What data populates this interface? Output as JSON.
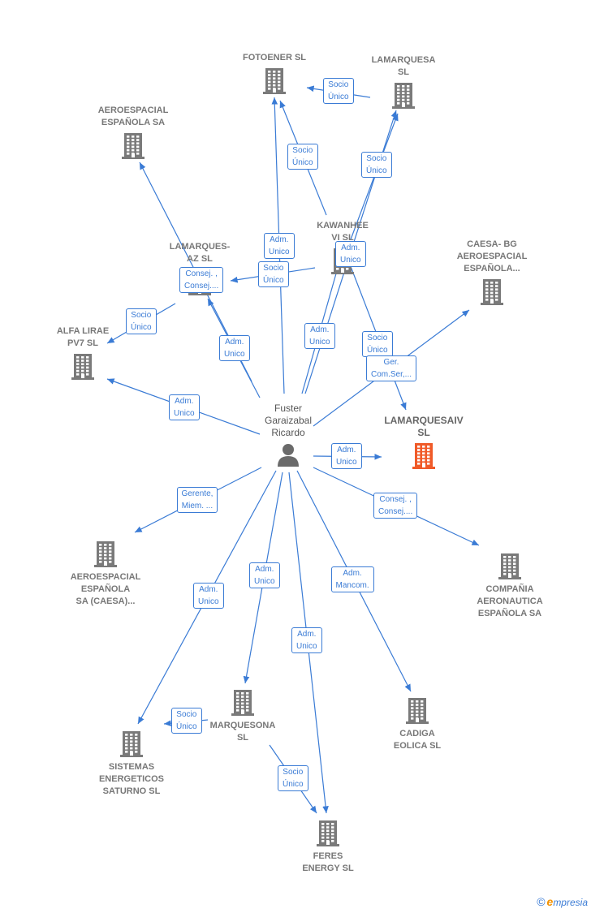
{
  "colors": {
    "building": "#7a7a7a",
    "primary_building": "#f05a28",
    "person": "#6a6a6a",
    "edge": "#3a7bd5"
  },
  "nodes": [
    {
      "id": "fotoener",
      "label": "FOTOENER  SL",
      "icon": "building-icon"
    },
    {
      "id": "lamarquesa",
      "label": "LAMARQUESA\nSL",
      "icon": "building-icon"
    },
    {
      "id": "aeroespacial",
      "label": "AEROESPACIAL\nESPAÑOLA SA",
      "icon": "building-icon"
    },
    {
      "id": "kawanhee",
      "label": "KAWANHEE\nVI SL",
      "icon": "building-icon"
    },
    {
      "id": "lamarquesaz",
      "label": "LAMARQUES-\nAZ  SL",
      "icon": "building-icon"
    },
    {
      "id": "caesabg",
      "label": "CAESA- BG\nAEROESPACIAL\nESPAÑOLA...",
      "icon": "building-icon"
    },
    {
      "id": "alfalirae",
      "label": "ALFA LIRAE\nPV7  SL",
      "icon": "building-icon"
    },
    {
      "id": "lamarquesaiv",
      "label": "LAMARQUESAIV\nSL",
      "icon": "building-icon",
      "primary": true
    },
    {
      "id": "person",
      "label": "Fuster\nGaraizabal\nRicardo",
      "icon": "person-icon"
    },
    {
      "id": "aeroespacialcaesa",
      "label": "AEROESPACIAL\nESPAÑOLA\nSA (CAESA)...",
      "icon": "building-icon"
    },
    {
      "id": "compania",
      "label": "COMPAÑIA\nAERONAUTICA\nESPAÑOLA SA",
      "icon": "building-icon"
    },
    {
      "id": "marquesona",
      "label": "MARQUESONA\nSL",
      "icon": "building-icon"
    },
    {
      "id": "cadiga",
      "label": "CADIGA\nEOLICA SL",
      "icon": "building-icon"
    },
    {
      "id": "sistemas",
      "label": "SISTEMAS\nENERGETICOS\nSATURNO  SL",
      "icon": "building-icon"
    },
    {
      "id": "feres",
      "label": "FERES\nENERGY  SL",
      "icon": "building-icon"
    }
  ],
  "edges": [
    {
      "from": "lamarquesa",
      "to": "fotoener",
      "label": "Socio\nÚnico"
    },
    {
      "from": "kawanhee",
      "to": "fotoener",
      "label": "Socio\nÚnico"
    },
    {
      "from": "kawanhee",
      "to": "lamarquesa",
      "label": "Socio\nÚnico"
    },
    {
      "from": "person",
      "to": "fotoener",
      "label": "Adm.\nUnico"
    },
    {
      "from": "kawanhee",
      "to": "lamarquesaz",
      "label": "Socio\nÚnico"
    },
    {
      "from": "person",
      "to": "kawanhee",
      "label": "Adm.\nUnico"
    },
    {
      "from": "person",
      "to": "lamarquesa",
      "label": "Adm.\nUnico"
    },
    {
      "from": "person",
      "to": "aeroespacial",
      "label": "Consej. ,\nConsej...."
    },
    {
      "from": "lamarquesaz",
      "to": "alfalirae",
      "label": "Socio\nÚnico"
    },
    {
      "from": "person",
      "to": "lamarquesaz",
      "label": "Adm.\nUnico"
    },
    {
      "from": "kawanhee",
      "to": "lamarquesaiv",
      "label": "Socio\nÚnico"
    },
    {
      "from": "person",
      "to": "caesabg",
      "label": "Ger.\nCom.Ser,..."
    },
    {
      "from": "person",
      "to": "alfalirae",
      "label": "Adm.\nUnico"
    },
    {
      "from": "person",
      "to": "lamarquesaiv",
      "label": "Adm.\nUnico"
    },
    {
      "from": "person",
      "to": "aeroespacialcaesa",
      "label": "Gerente,\nMiem. ..."
    },
    {
      "from": "person",
      "to": "compania",
      "label": "Consej. ,\nConsej...."
    },
    {
      "from": "person",
      "to": "marquesona",
      "label": "Adm.\nUnico"
    },
    {
      "from": "person",
      "to": "cadiga",
      "label": "Adm.\nMancom."
    },
    {
      "from": "person",
      "to": "sistemas",
      "label": "Adm.\nUnico"
    },
    {
      "from": "person",
      "to": "feres",
      "label": "Adm.\nUnico"
    },
    {
      "from": "marquesona",
      "to": "sistemas",
      "label": "Socio\nÚnico"
    },
    {
      "from": "marquesona",
      "to": "feres",
      "label": "Socio\nÚnico"
    }
  ],
  "footer": {
    "copyright": "©",
    "brand_e": "e",
    "brand_rest": "mpresia"
  }
}
